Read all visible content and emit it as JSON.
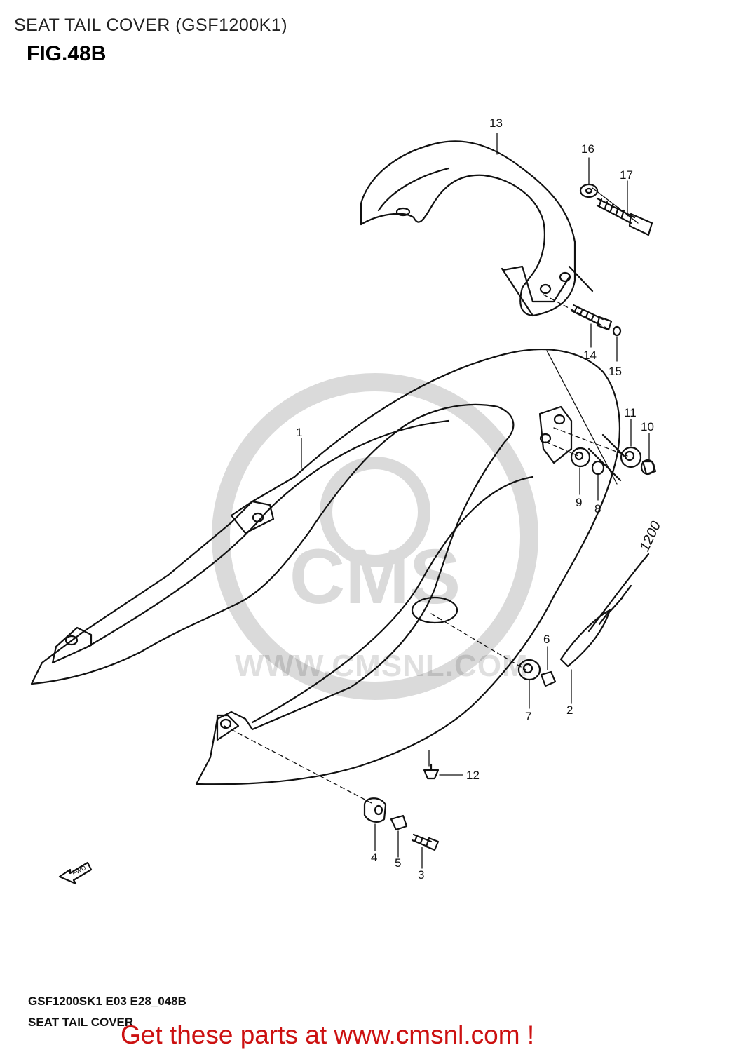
{
  "header": {
    "title": "SEAT TAIL COVER (GSF1200K1)",
    "figure": "FIG.48B"
  },
  "callouts": [
    "1",
    "2",
    "3",
    "4",
    "5",
    "6",
    "7",
    "8",
    "9",
    "10",
    "11",
    "12",
    "13",
    "14",
    "15",
    "16",
    "17"
  ],
  "decal_text": "1200",
  "fwd_label": "FWD",
  "watermark": "WWW.CMSNL.COM",
  "footer": {
    "code": "GSF1200SK1 E03 E28_048B",
    "title": "SEAT TAIL COVER",
    "promo": "Get these parts at www.cmsnl.com !"
  },
  "colors": {
    "promo": "#cc1111",
    "line": "#111111"
  }
}
